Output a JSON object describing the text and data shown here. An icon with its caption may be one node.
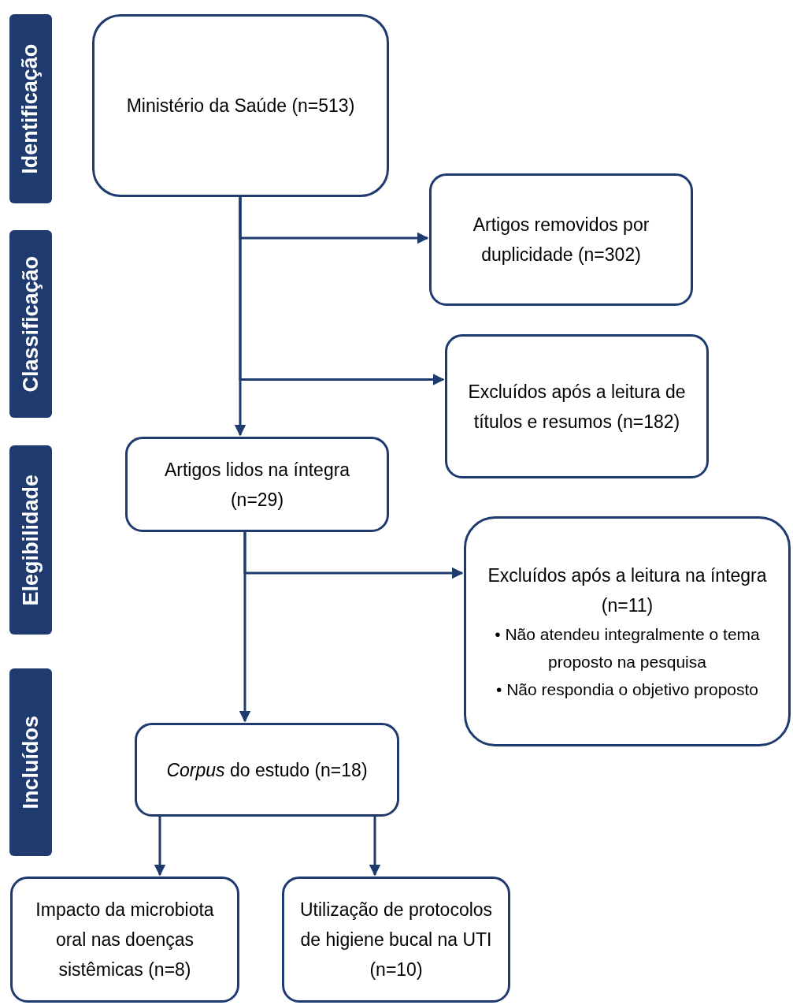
{
  "diagram": {
    "nodes": [
      {
        "text": [
          "Identificação"
        ]
      },
      {
        "text": [
          "Classificação"
        ]
      },
      {
        "text": [
          "Elegibilidade"
        ]
      },
      {
        "text": [
          "Incluídos"
        ]
      },
      {
        "text": [
          "Ministério da Saúde (n=513)"
        ]
      },
      {
        "text": [
          "Artigos removidos por duplicidade (n=302)"
        ]
      },
      {
        "text": [
          "Excluídos após a leitura de títulos e resumos (n=182)"
        ]
      },
      {
        "text": [
          "Artigos lidos na íntegra (n=29)"
        ]
      },
      {
        "text": [
          "Excluídos após a leitura na íntegra (n=11)",
          "• Não atendeu integralmente o tema proposto na pesquisa",
          "• Não respondia o objetivo proposto"
        ]
      },
      {
        "text": [
          "*Corpus* do estudo (n=18)"
        ]
      },
      {
        "text": [
          "Impacto da microbiota oral nas doenças sistêmicas (n=8)"
        ]
      },
      {
        "text": [
          "Utilização de protocolos de higiene bucal na UTI (n=10)"
        ]
      }
    ],
    "edges": [
      {
        "from": 4,
        "to": 5,
        "arrow": "to"
      },
      {
        "from": 4,
        "to": 6,
        "arrow": "to"
      },
      {
        "from": 4,
        "to": 7,
        "arrow": "to"
      },
      {
        "from": 7,
        "to": 8,
        "arrow": "to"
      },
      {
        "from": 7,
        "to": 9,
        "arrow": "to"
      },
      {
        "from": 9,
        "to": 10,
        "arrow": "to"
      },
      {
        "from": 9,
        "to": 11,
        "arrow": "to"
      }
    ]
  }
}
